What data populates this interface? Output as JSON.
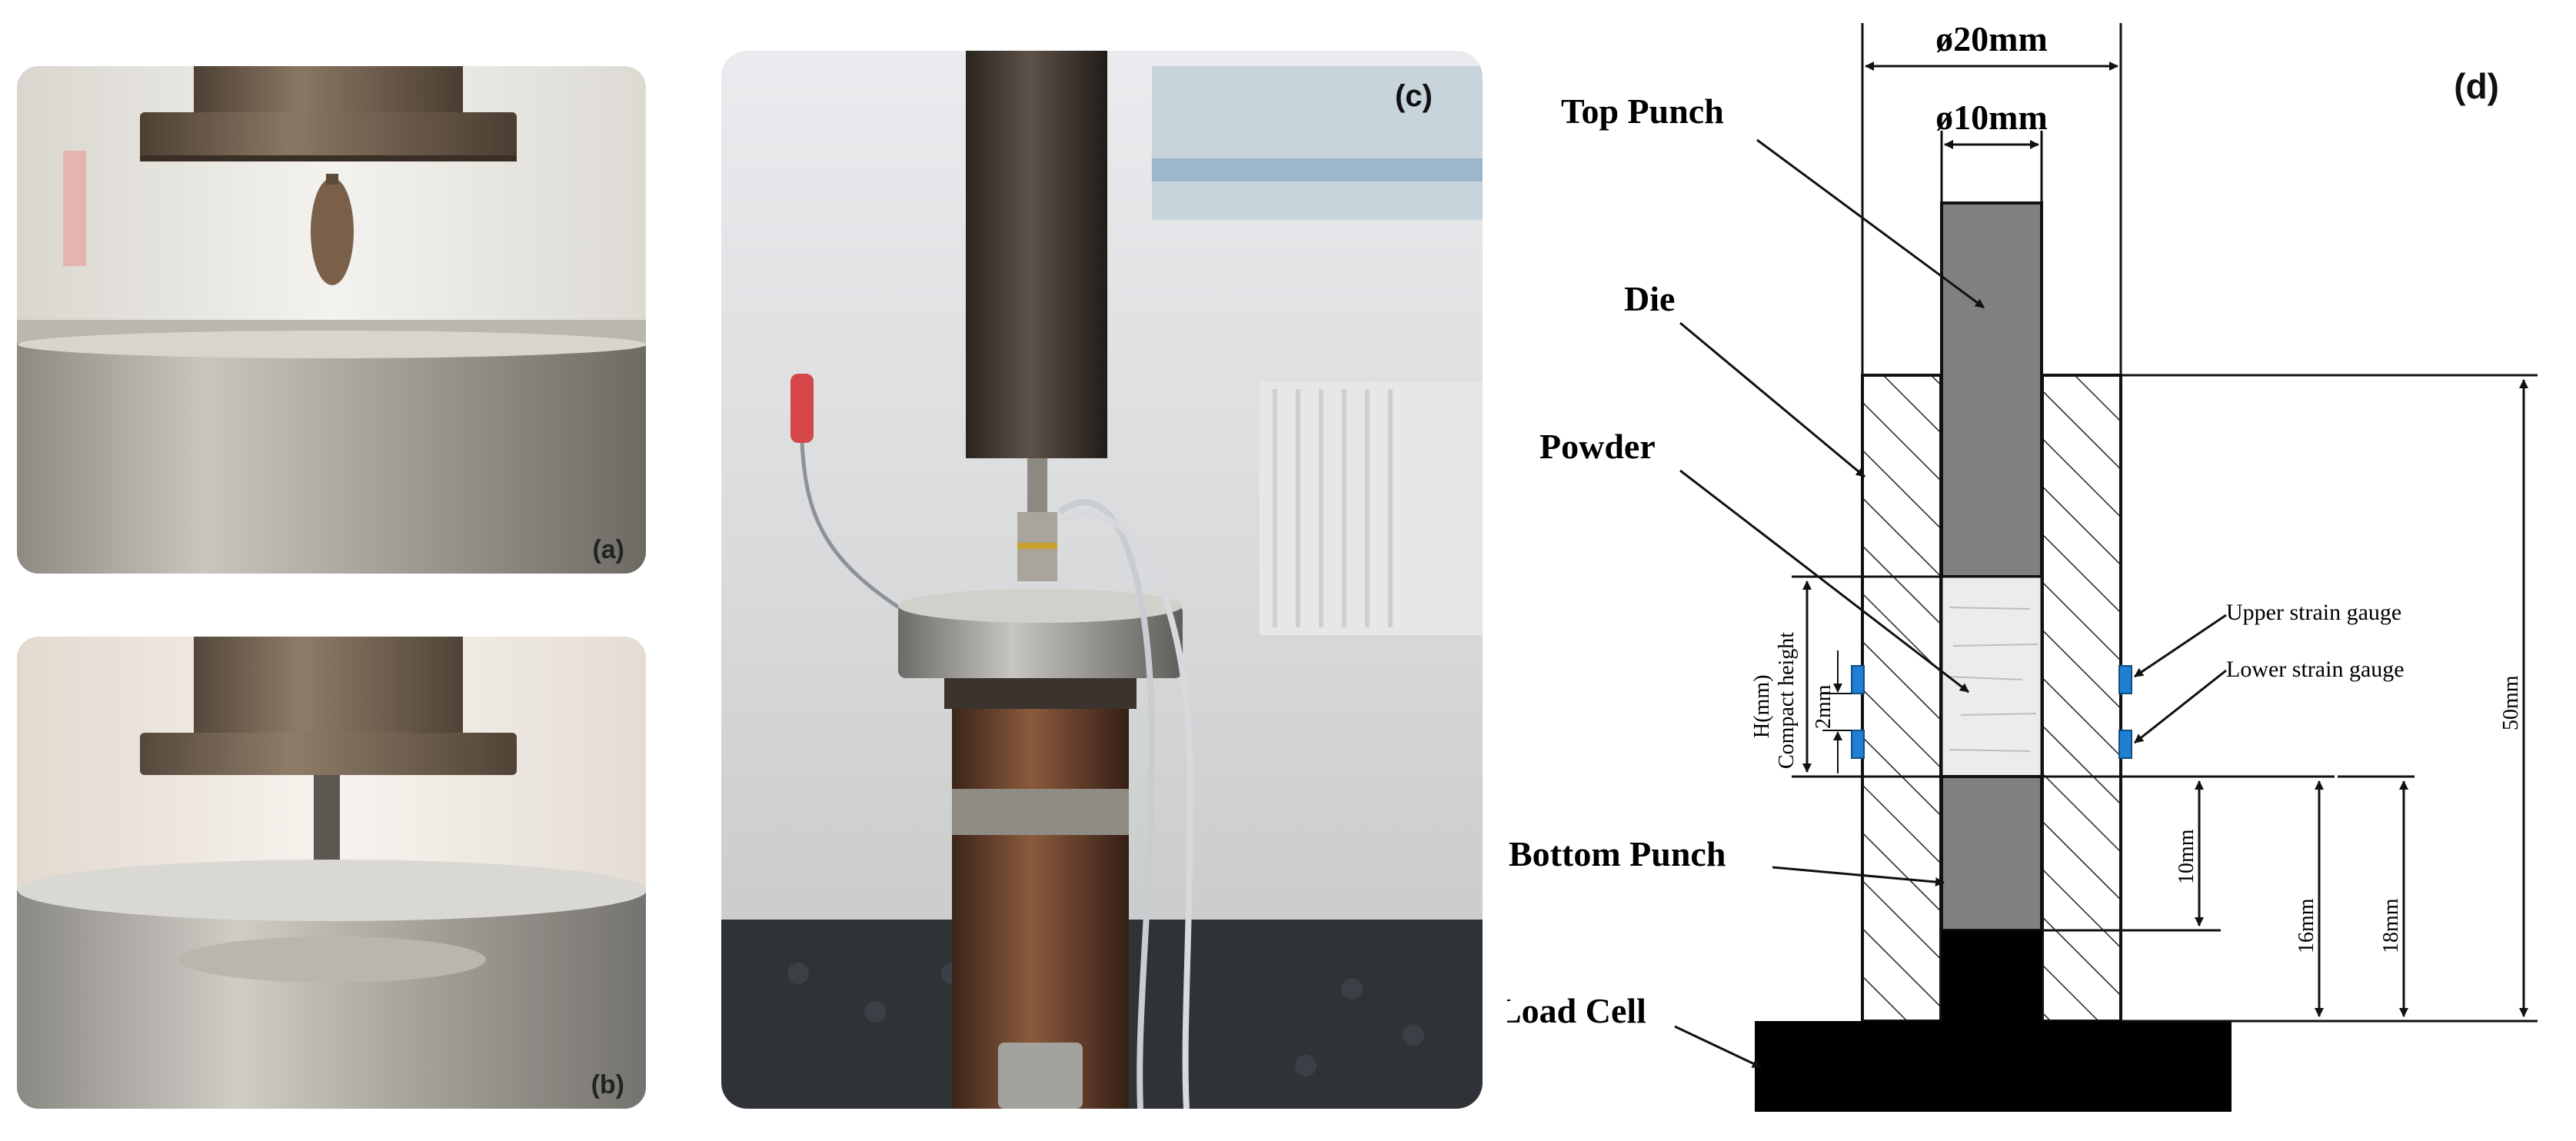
{
  "panels": {
    "a": {
      "label": "(a)"
    },
    "b": {
      "label": "(b)"
    },
    "c": {
      "label": "(c)"
    },
    "d": {
      "label": "(d)"
    }
  },
  "diagram": {
    "dia_outer": "ø20mm",
    "dia_inner": "ø10mm",
    "top_punch": "Top Punch",
    "die": "Die",
    "powder": "Powder",
    "bottom_punch": "Bottom Punch",
    "load_cell": "Load Cell",
    "upper_gauge": "Upper strain gauge",
    "lower_gauge": "Lower strain gauge",
    "h_label": "H(mm)",
    "compact_height": "Compact height",
    "dim_2mm": "2mm",
    "dim_10mm": "10mm",
    "dim_16mm": "16mm",
    "dim_18mm": "18mm",
    "dim_50mm": "50mm"
  },
  "colors": {
    "punch_fill": "#808080",
    "load_cell_fill": "#000000",
    "gauge_fill": "#1f7fd0",
    "powder_fill": "#ececec"
  }
}
